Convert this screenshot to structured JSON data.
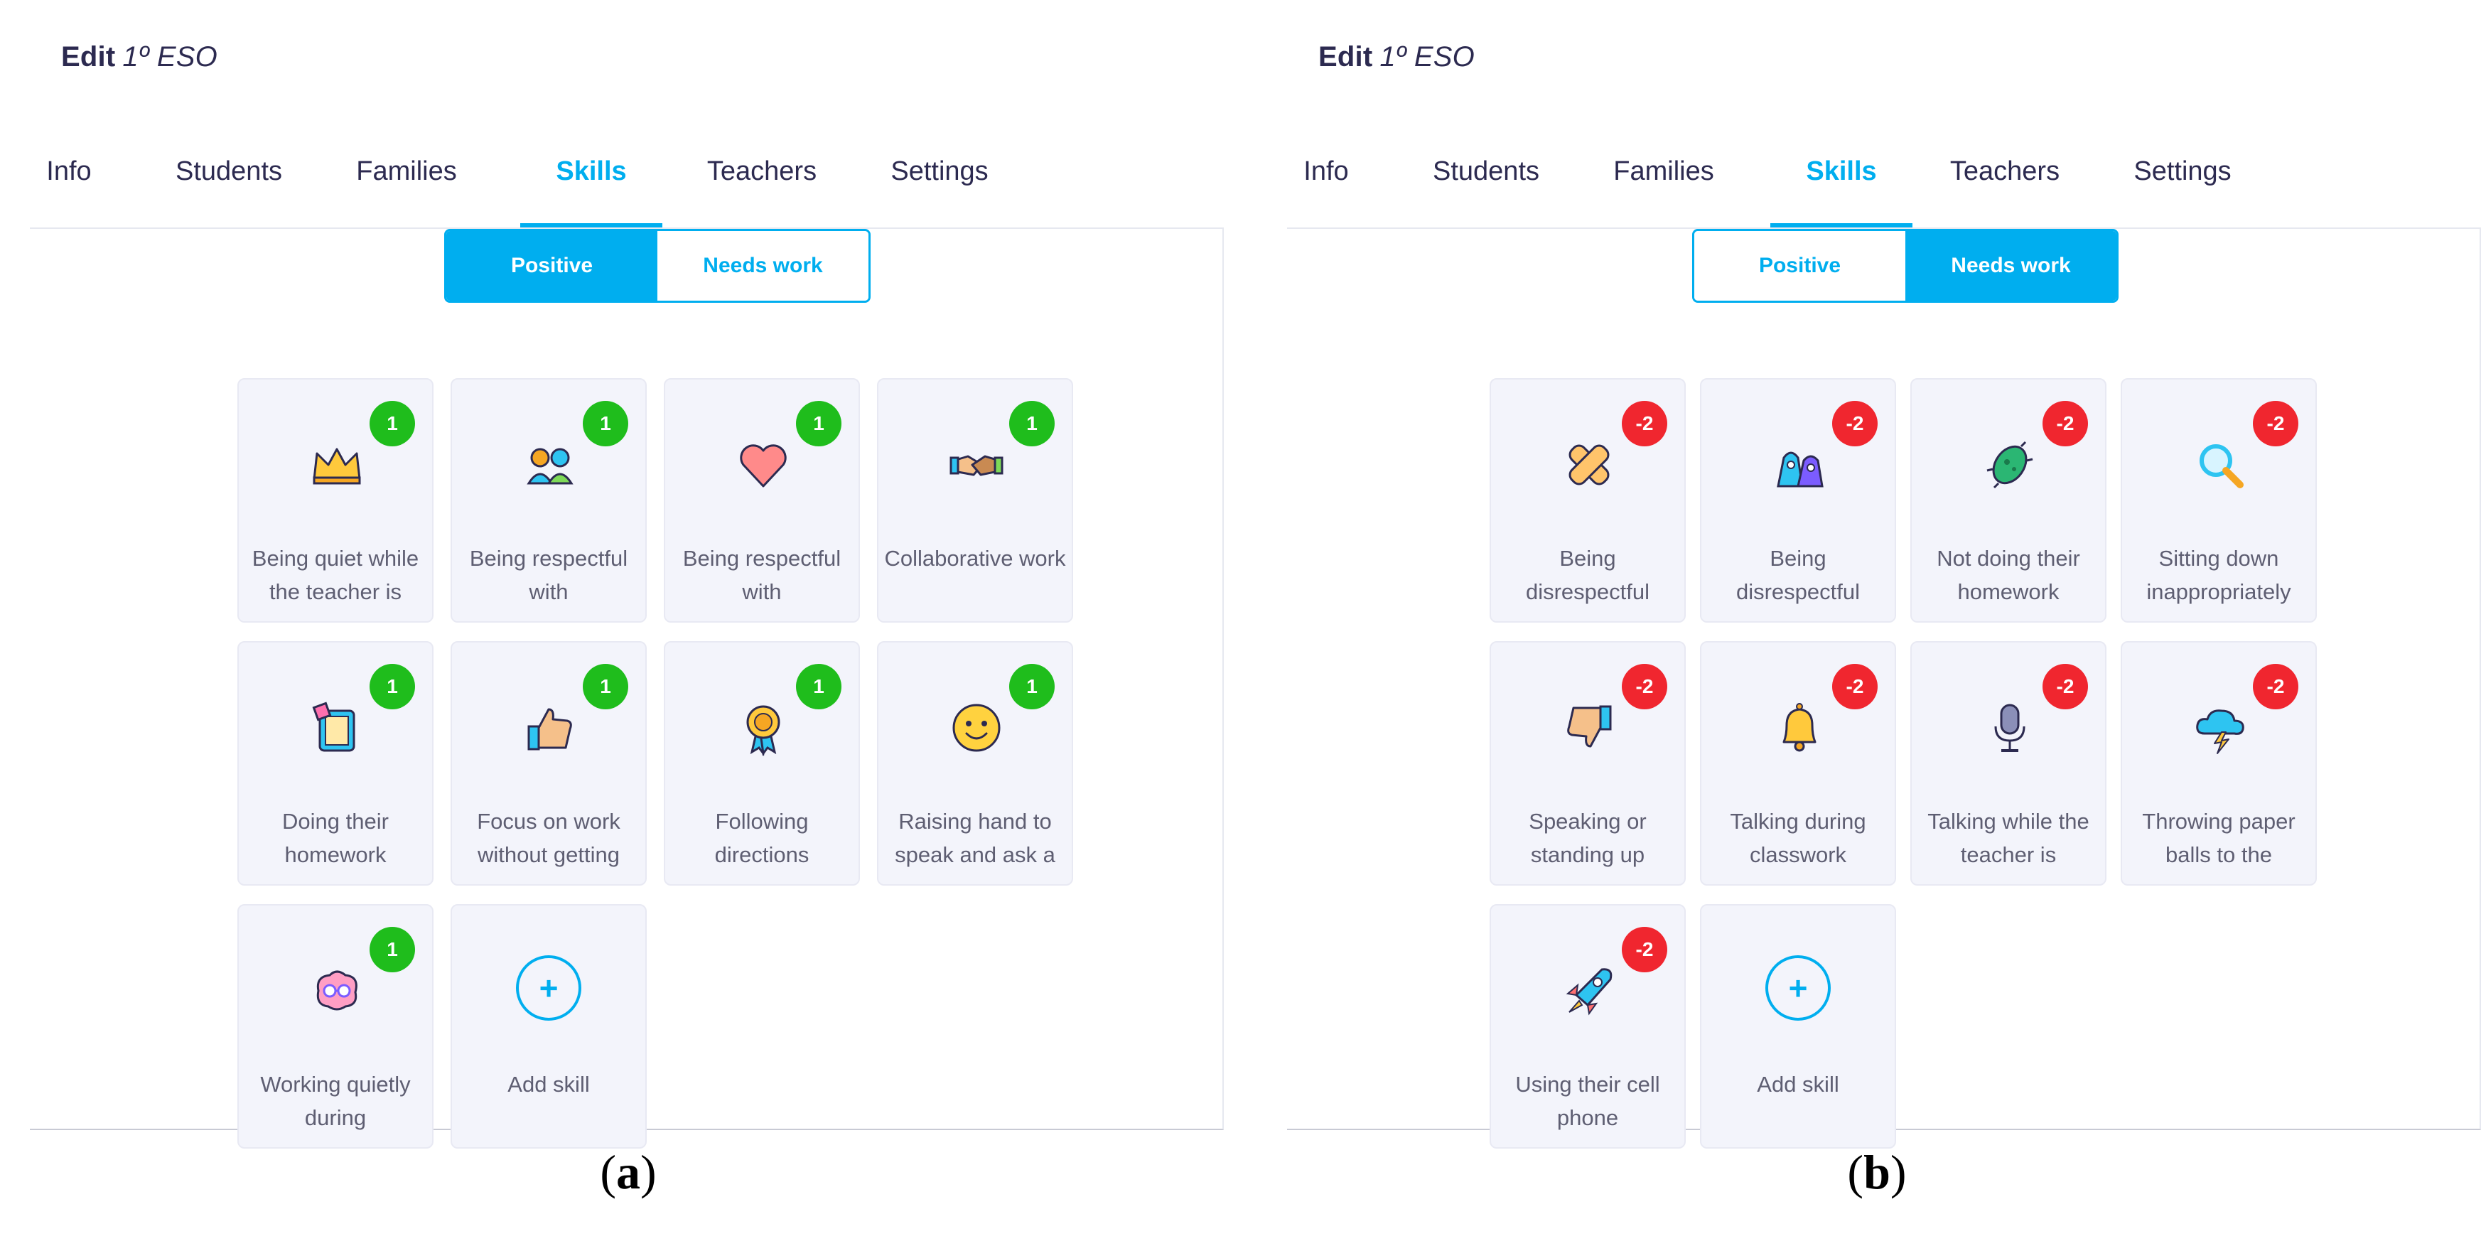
{
  "panels": [
    {
      "edit_label": "Edit",
      "class_name": "1º ESO",
      "tabs": [
        "Info",
        "Students",
        "Families",
        "Skills",
        "Teachers",
        "Settings"
      ],
      "active_tab": "Skills",
      "toggle": {
        "positive": "Positive",
        "needs_work": "Needs work",
        "selected": "Positive"
      },
      "skills": [
        {
          "label": "Being quiet while the teacher is",
          "points": "1",
          "icon": "crown-icon"
        },
        {
          "label": "Being respectful with",
          "points": "1",
          "icon": "people-icon"
        },
        {
          "label": "Being respectful with",
          "points": "1",
          "icon": "heart-icon"
        },
        {
          "label": "Collaborative work",
          "points": "1",
          "icon": "handshake-icon"
        },
        {
          "label": "Doing their homework",
          "points": "1",
          "icon": "notebook-icon"
        },
        {
          "label": "Focus on work without getting",
          "points": "1",
          "icon": "thumbs-up-icon"
        },
        {
          "label": "Following directions",
          "points": "1",
          "icon": "award-ribbon-icon"
        },
        {
          "label": "Raising hand to speak and ask a",
          "points": "1",
          "icon": "smiley-icon"
        },
        {
          "label": "Working quietly during",
          "points": "1",
          "icon": "brain-icon"
        }
      ],
      "add_skill": "Add skill",
      "caption": {
        "open": "(",
        "letter": "a",
        "close": ")"
      }
    },
    {
      "edit_label": "Edit",
      "class_name": "1º ESO",
      "tabs": [
        "Info",
        "Students",
        "Families",
        "Skills",
        "Teachers",
        "Settings"
      ],
      "active_tab": "Skills",
      "toggle": {
        "positive": "Positive",
        "needs_work": "Needs work",
        "selected": "Needs work"
      },
      "skills": [
        {
          "label": "Being disrespectful",
          "points": "-2",
          "icon": "bandage-icon"
        },
        {
          "label": "Being disrespectful",
          "points": "-2",
          "icon": "monsters-icon"
        },
        {
          "label": "Not doing their homework",
          "points": "-2",
          "icon": "germ-icon"
        },
        {
          "label": "Sitting down inappropriately",
          "points": "-2",
          "icon": "magnifier-icon"
        },
        {
          "label": "Speaking or standing up",
          "points": "-2",
          "icon": "thumbs-down-icon"
        },
        {
          "label": "Talking during classwork",
          "points": "-2",
          "icon": "bell-icon"
        },
        {
          "label": "Talking while the teacher is",
          "points": "-2",
          "icon": "microphone-icon"
        },
        {
          "label": "Throwing paper balls to the",
          "points": "-2",
          "icon": "storm-cloud-icon"
        },
        {
          "label": "Using their cell phone",
          "points": "-2",
          "icon": "rocket-icon"
        }
      ],
      "add_skill": "Add skill",
      "caption": {
        "open": "(",
        "letter": "b",
        "close": ")"
      }
    }
  ],
  "colors": {
    "accent": "#00aeef",
    "positive_badge": "#1fbd1c",
    "negative_badge": "#f0262f",
    "card_bg": "#f3f4fb",
    "text_dark": "#2c2a50"
  }
}
